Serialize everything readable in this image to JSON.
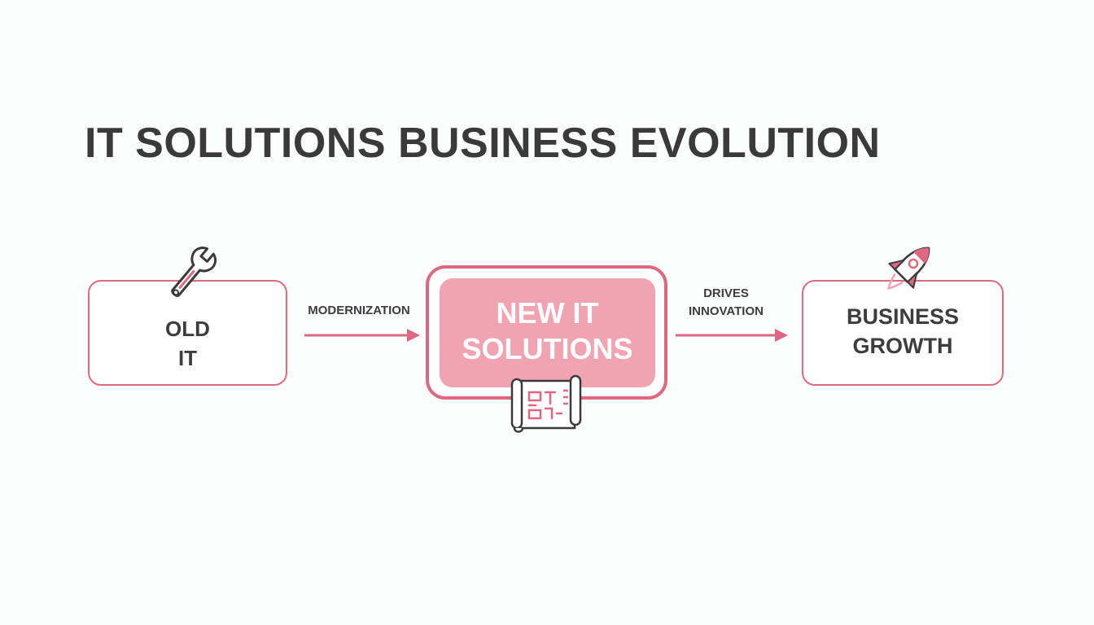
{
  "title": "IT SOLUTIONS BUSINESS EVOLUTION",
  "nodes": {
    "old_it": {
      "lines": [
        "OLD",
        "IT"
      ],
      "icon": "wrench-icon"
    },
    "new_it": {
      "lines": [
        "NEW IT",
        "SOLUTIONS"
      ],
      "icon": "blueprint-icon"
    },
    "business_growth": {
      "lines": [
        "BUSINESS",
        "GROWTH"
      ],
      "icon": "rocket-icon"
    }
  },
  "edges": [
    {
      "from": "old_it",
      "to": "new_it",
      "label": "MODERNIZATION"
    },
    {
      "from": "new_it",
      "to": "business_growth",
      "label_lines": [
        "DRIVES",
        "INNOVATION"
      ]
    }
  ],
  "colors": {
    "accent": "#de6881",
    "accent_light": "#f2a3b1",
    "text_dark": "#3a3a3a",
    "background": "#fbfcfc"
  }
}
